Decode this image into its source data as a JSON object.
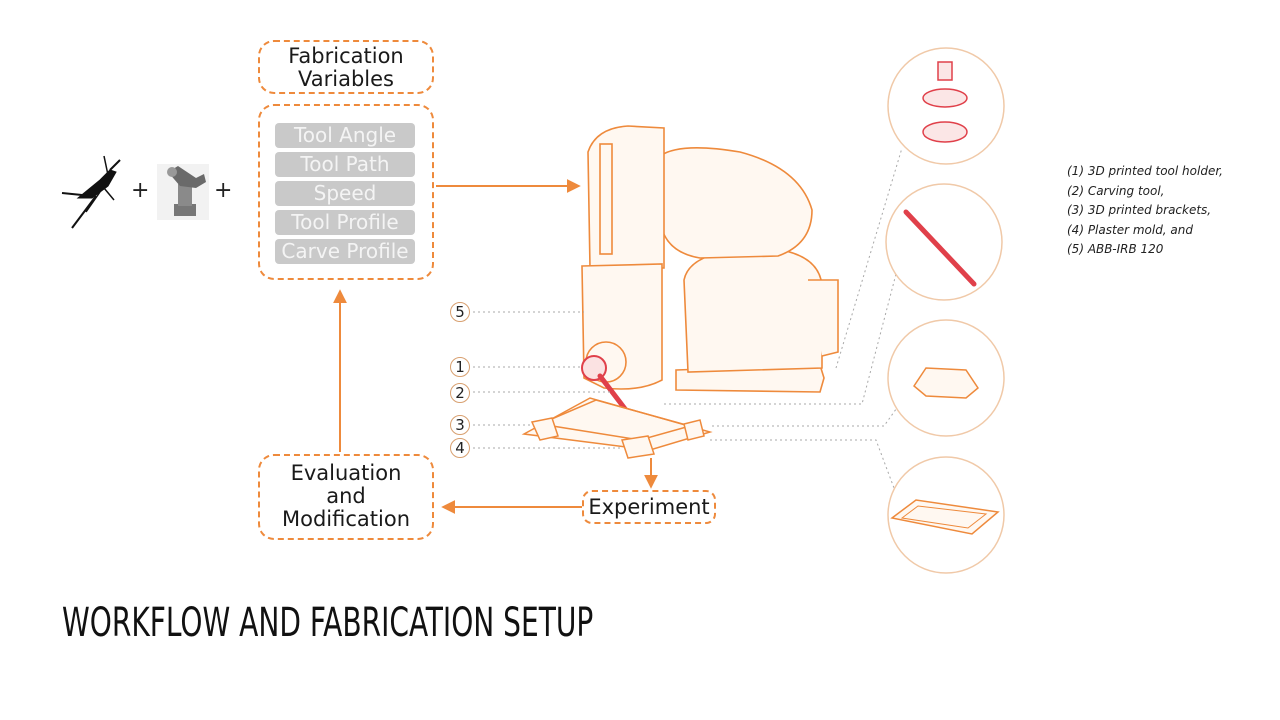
{
  "boxes": {
    "fabrication_variables": "Fabrication Variables",
    "evaluation": "Evaluation and Modification",
    "experiment": "Experiment"
  },
  "variables": [
    "Tool Angle",
    "Tool Path",
    "Speed",
    "Tool Profile",
    "Carve Profile"
  ],
  "plus_signs": [
    "+",
    "+"
  ],
  "callout_numbers": [
    "5",
    "1",
    "2",
    "3",
    "4"
  ],
  "legend": [
    "(1) 3D printed tool holder,",
    "(2) Carving tool,",
    "(3) 3D printed brackets,",
    "(4) Plaster mold, and",
    "(5) ABB-IRB 120"
  ],
  "title": "WORKFLOW AND FABRICATION SETUP",
  "icons": [
    "grasshopper-icon",
    "robot-arm-icon"
  ],
  "colors": {
    "accent": "#ee8a3c",
    "variable_bg": "#c9c9c9",
    "tool_red": "#e0404a"
  }
}
